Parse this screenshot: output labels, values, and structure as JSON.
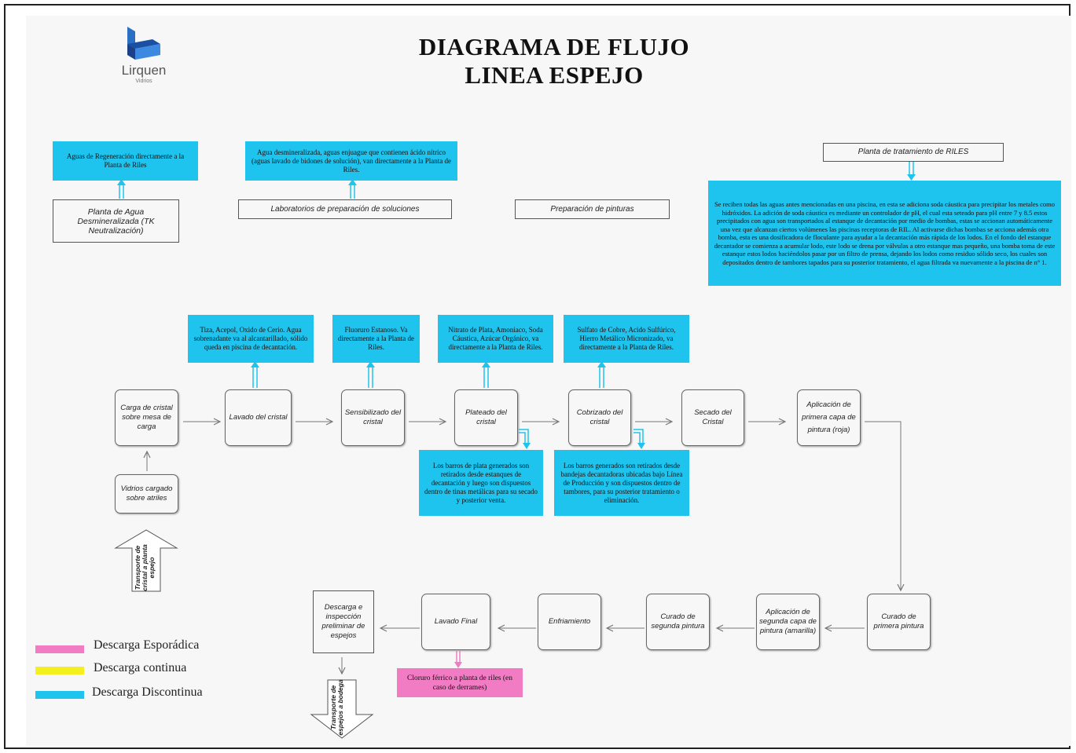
{
  "logo": {
    "name": "Lirquen",
    "sub": "Vidrios"
  },
  "title": {
    "line1": "DIAGRAMA DE FLUJO",
    "line2": "LINEA ESPEJO"
  },
  "top_boxes": {
    "regeneracion": "Aguas de Regeneración directamente a la Planta de Riles",
    "desmineralizada": "Agua desmineralizada, aguas enjuague que contienen ácido nítrico (aguas lavado de bidones de solución), van directamente a la Planta de Riles.",
    "planta_agua": "Planta de Agua Desmineralizada (TK Neutralización)",
    "laboratorios": "Laboratorios de preparación de soluciones",
    "pinturas": "Preparación de pinturas",
    "planta_riles": "Planta de tratamiento de RILES",
    "riles_desc": "Se reciben todas las aguas antes mencionadas en una piscina, en esta se adiciona soda cáustica para precipitar los metales como hidróxidos. La adición de soda cáustica es mediante un controlador de pH, el cual esta seteado para pH entre 7 y 8.5 estos precipitados con agua son transportados al estanque de decantación por medio de bombas, estas se accionan automáticamente una vez que alcanzan ciertos volúmenes las piscinas receptoras de RIL. Al activarse dichas bombas se acciona además otra bomba, esta es una dosificadora de floculante para ayudar a la decantación más rápida de los lodos. En el fondo del estanque decantador se comienza a acumular lodo, este lodo se drena por válvulas a otro estanque mas pequeño, una bomba toma de este estanque estos lodos haciéndolos pasar por un filtro de prensa, dejando los lodos como residuo sólido seco, los cuales son depositados dentro de tambores tapados para su posterior tratamiento, el agua filtrada va nuevamente a la piscina de n° 1."
  },
  "discharges_top": {
    "lavado": "Tiza, Acepol, Oxido de Cerio. Agua sobrenadante va al alcantarillado, sólido queda en piscina de decantación.",
    "sensibilizado": "Fluoruro Estanoso. Va directamente a la Planta de Riles.",
    "plateado": "Nitrato de Plata, Amoniaco, Soda Cáustica, Azúcar Orgánico, va directamente a la Planta de Riles.",
    "cobrizado": "Sulfato de Cobre, Acido Sulfúrico, Hierro Metálico Micronizado, va directamente a la Planta de Riles."
  },
  "discharges_bottom": {
    "plateado": "Los barros de plata generados son retirados desde estanques de decantación y luego son dispuestos dentro de tinas metálicas para su secado y posterior venta.",
    "cobrizado": "Los barros generados son retirados desde bandejas decantadoras ubicadas bajo Línea de Producción y son dispuestos dentro de tambores, para su posterior tratamiento o eliminación."
  },
  "process_row1": [
    "Carga de cristal sobre mesa de carga",
    "Lavado del cristal",
    "Sensibilizado del cristal",
    "Plateado del cristal",
    "Cobrizado del cristal",
    "Secado del Cristal",
    "Aplicación de primera capa de pintura (roja)"
  ],
  "vidrios": "Vidrios cargado sobre atriles",
  "transport_in": "Transporte de cristal a planta espejo",
  "process_row2": [
    "Descarga e inspección preliminar de espejos",
    "Lavado Final",
    "Enfriamiento",
    "Curado de segunda pintura",
    "Aplicación de segunda capa de pintura (amarilla)",
    "Curado de primera pintura"
  ],
  "cloruro": "Cloruro férrico a planta de riles (en caso de derrames)",
  "transport_out": "Transporte de espejos a bodega",
  "legend": [
    {
      "label": "Descarga Esporádica",
      "color": "#f27cc3"
    },
    {
      "label": "Descarga continua",
      "color": "#f3f01e"
    },
    {
      "label": "Descarga Discontinua",
      "color": "#1ec3ee"
    }
  ],
  "colors": {
    "discontinua": "#1ec3ee",
    "esporadica": "#f27cc3",
    "continua": "#f3f01e"
  }
}
